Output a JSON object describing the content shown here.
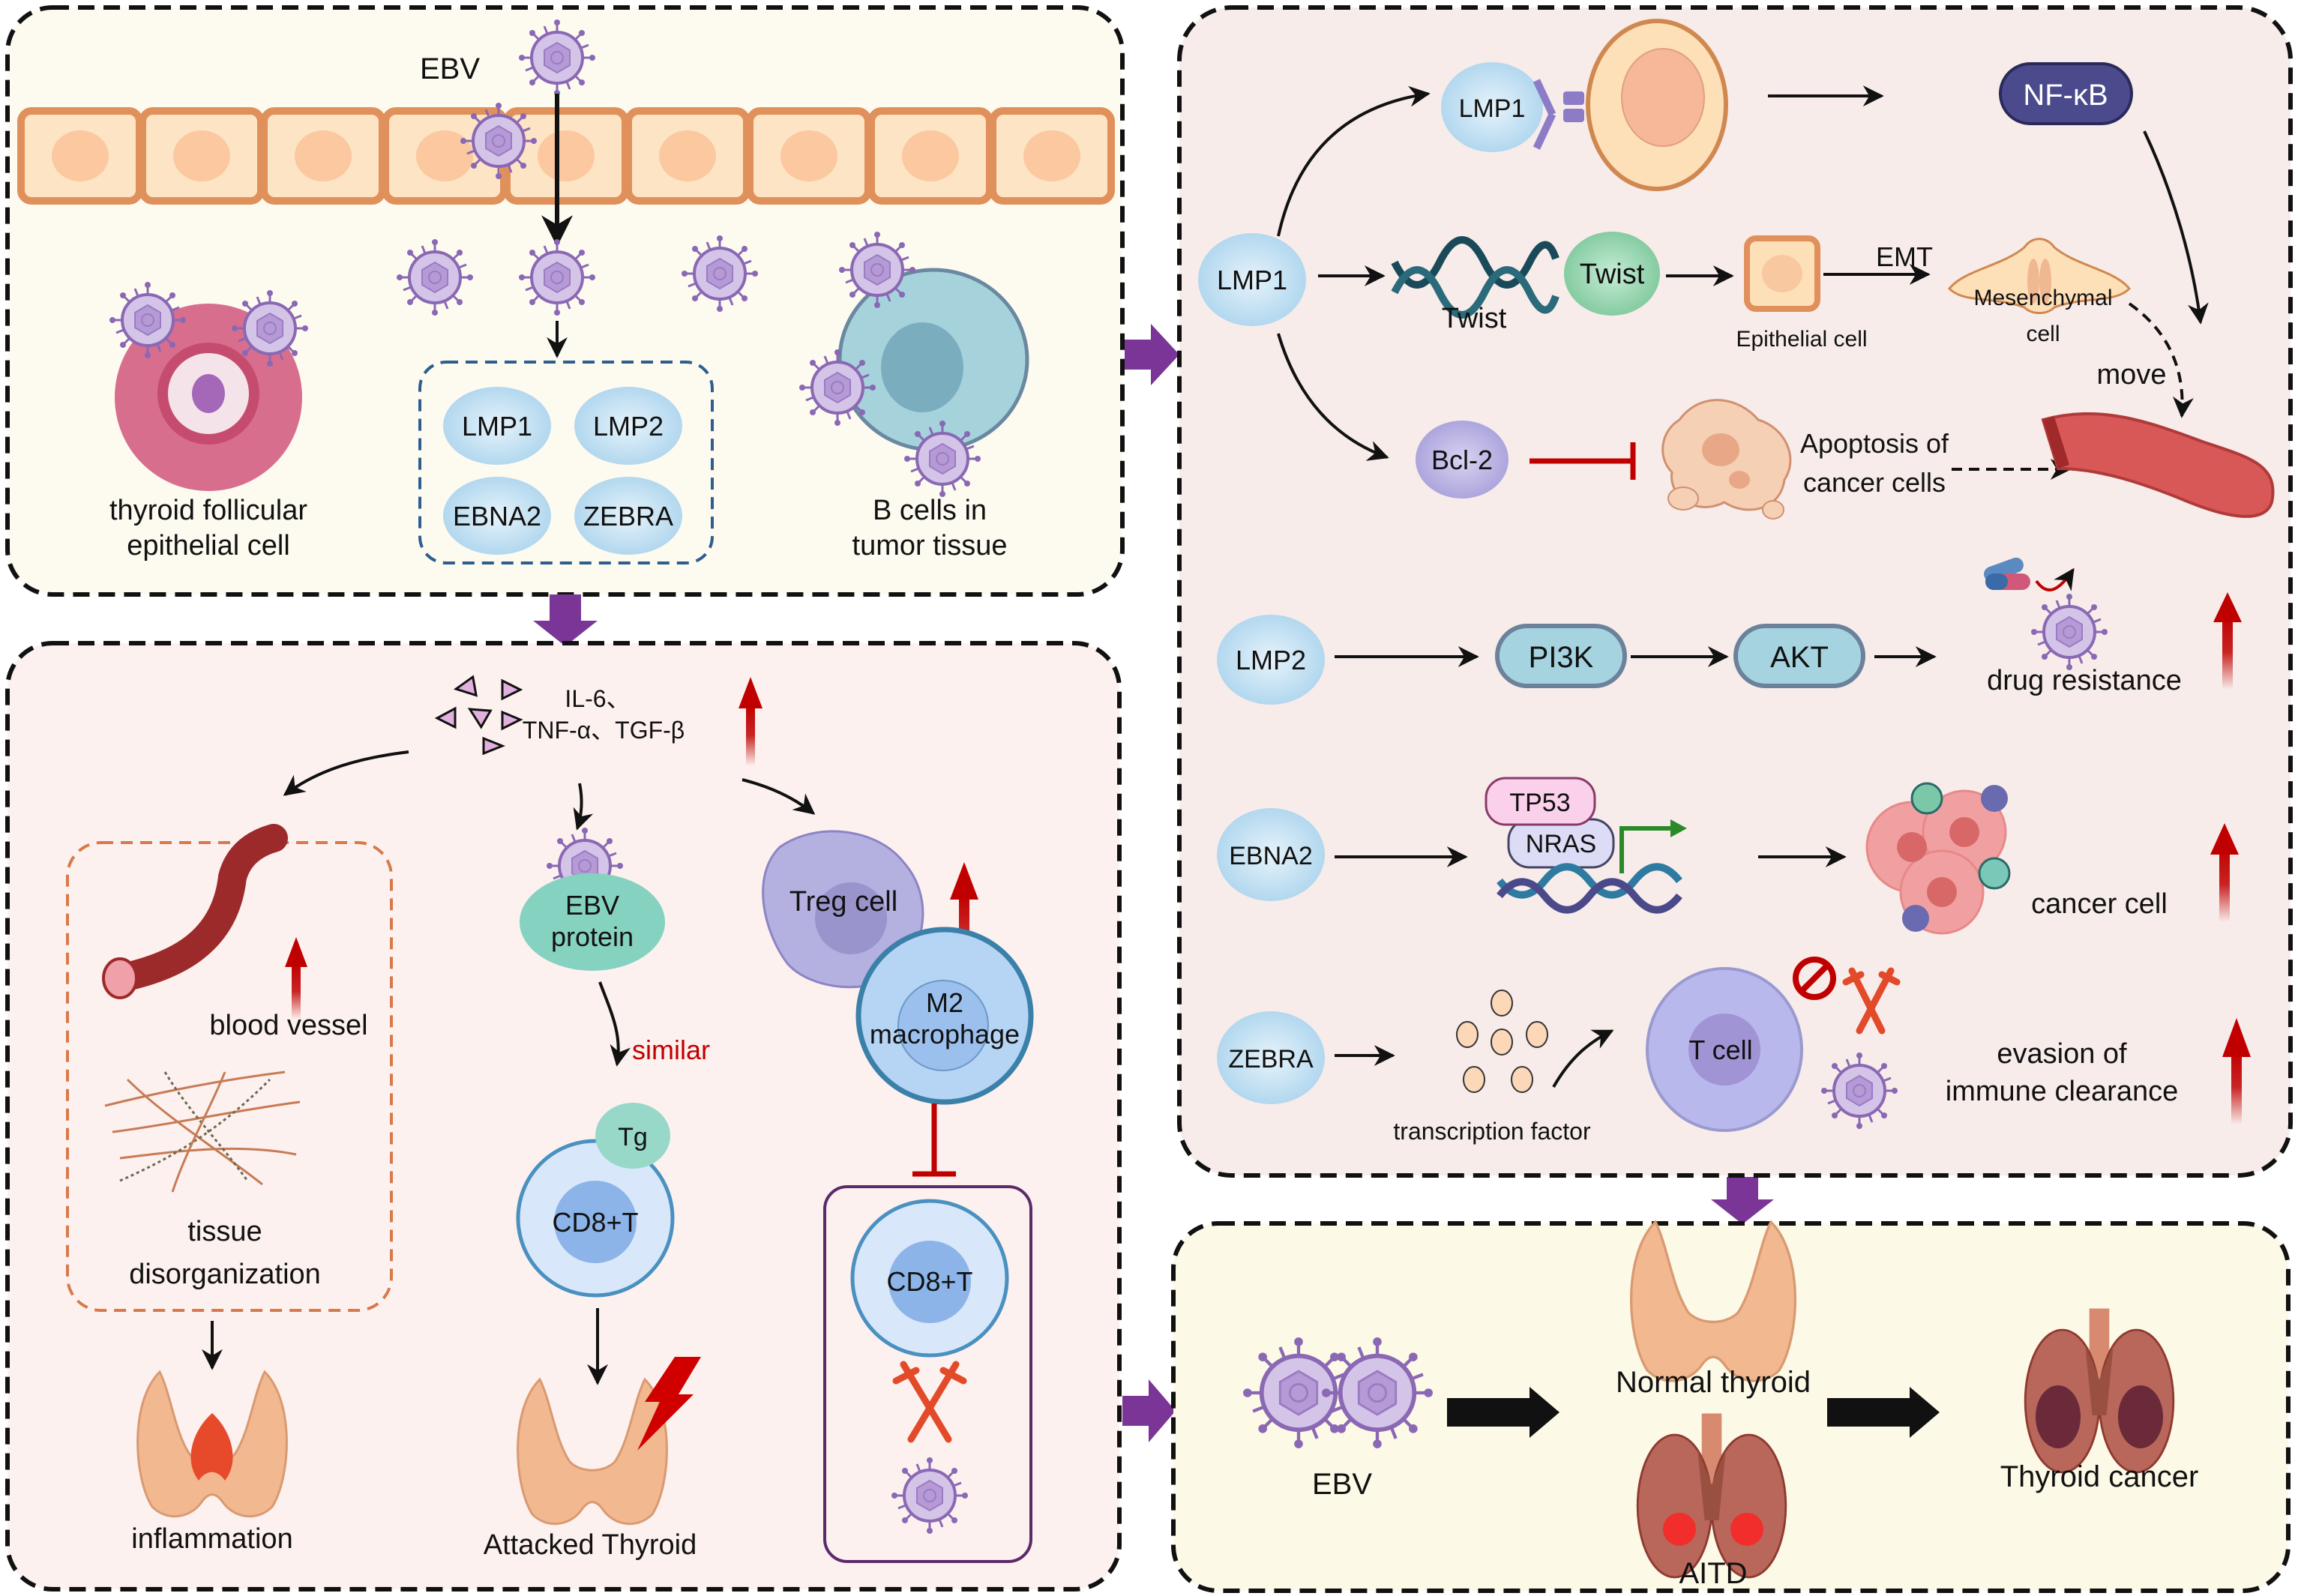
{
  "colors": {
    "panel_cream": "#fdfaf0",
    "panel_pink": "#f7ecea",
    "panel_rose": "#fcf1ef",
    "panel_yellow": "#fcf9e6",
    "flow_arrow": "#7b3596",
    "up_arrow": "#c00000",
    "inhibit": "#c00000",
    "oval_blue": "#bfe0f2",
    "pill_teal": "#a5d3e0",
    "pill_border": "#6b829a",
    "nfkb": "#4a4a8c",
    "bcl2": "#b6b0e0",
    "twist": "#8ccfa5",
    "virus": "#c9b5e0",
    "virus_border": "#8a68b4"
  },
  "panel_infection": {
    "ebv_label": "EBV",
    "thyroid_cell_label_1": "thyroid follicular",
    "thyroid_cell_label_2": "epithelial cell",
    "b_cell_label_1": "B cells in",
    "b_cell_label_2": "tumor tissue",
    "proteins": [
      "LMP1",
      "LMP2",
      "EBNA2",
      "ZEBRA"
    ]
  },
  "panel_immune": {
    "cytokine_line_1": "IL-6、",
    "cytokine_line_2": "TNF-α、TGF-β",
    "blood_vessel": "blood vessel",
    "tissue_1": "tissue",
    "tissue_2": "disorganization",
    "inflammation": "inflammation",
    "ebv_protein_1": "EBV",
    "ebv_protein_2": "protein",
    "similar": "similar",
    "tg": "Tg",
    "cd8_a": "CD8+T",
    "attacked_thyroid": "Attacked Thyroid",
    "treg": "Treg cell",
    "m2_1": "M2",
    "m2_2": "macrophage",
    "cd8_b": "CD8+T"
  },
  "panel_mechanisms": {
    "lmp1_main": "LMP1",
    "lmp1_receptor": "LMP1",
    "nfkb": "NF-κB",
    "twist_dna": "Twist",
    "twist_protein": "Twist",
    "epithelial": "Epithelial cell",
    "emt": "EMT",
    "mesenchymal_1": "Mesenchymal",
    "mesenchymal_2": "cell",
    "move": "move",
    "bcl2": "Bcl-2",
    "apoptosis_1": "Apoptosis of",
    "apoptosis_2": "cancer cells",
    "lmp2": "LMP2",
    "pi3k": "PI3K",
    "akt": "AKT",
    "drug_resistance": "drug resistance",
    "ebna2": "EBNA2",
    "tp53": "TP53",
    "nras": "NRAS",
    "cancer_cell": "cancer cell",
    "zebra": "ZEBRA",
    "transcription_factor": "transcription factor",
    "t_cell": "T cell",
    "evasion_1": "evasion of",
    "evasion_2": "immune clearance"
  },
  "panel_outcome": {
    "ebv": "EBV",
    "normal_thyroid": "Normal thyroid",
    "aitd": "AITD",
    "thyroid_cancer": "Thyroid cancer"
  }
}
